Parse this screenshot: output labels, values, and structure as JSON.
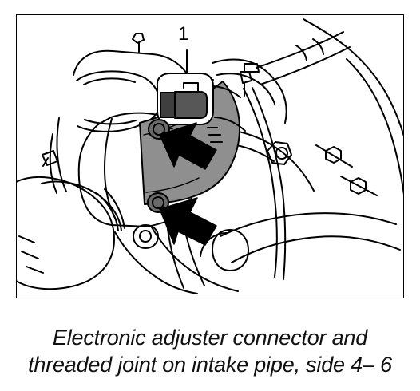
{
  "figure": {
    "callout_label": "1",
    "caption_line_1": "Electronic adjuster connector and",
    "caption_line_2": "threaded joint on intake pipe, side 4– 6",
    "colors": {
      "line": "#000000",
      "highlight_gray": "#8f8f8f",
      "connector_dark": "#3f3f3f",
      "background": "#ffffff"
    },
    "icons": {
      "arrow": "arrow-icon",
      "bolt": "bolt-icon"
    }
  }
}
